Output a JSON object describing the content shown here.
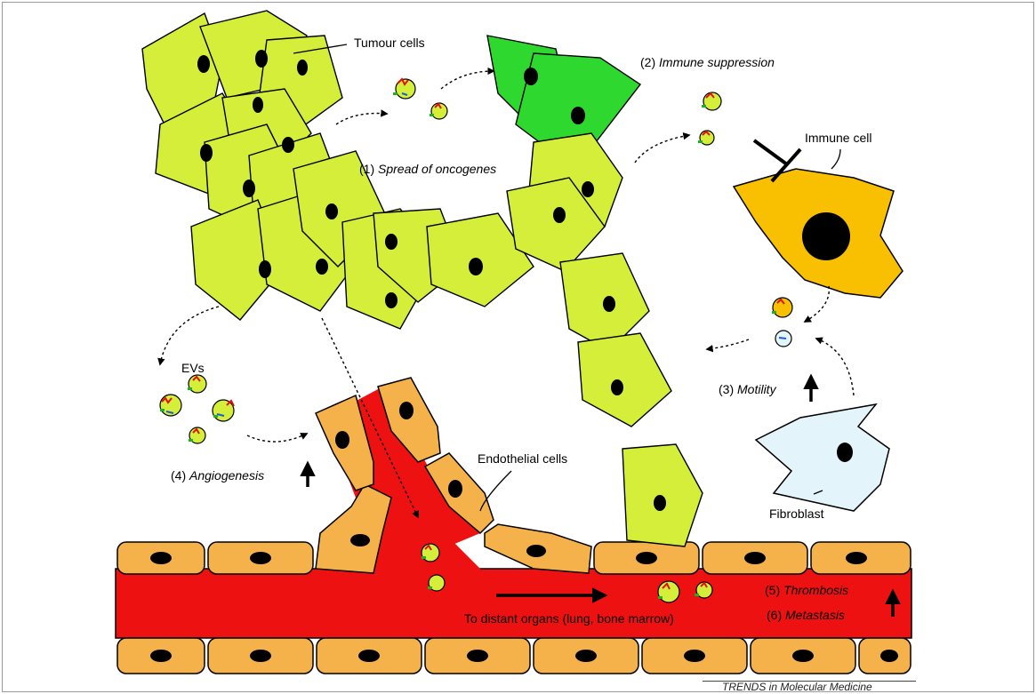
{
  "labels": {
    "tumour_cells": "Tumour cells",
    "immune_suppression": {
      "num": "(2)",
      "text": "Immune suppression"
    },
    "spread_of_oncogenes": {
      "num": "(1)",
      "text": "Spread of oncogenes"
    },
    "immune_cell": "Immune cell",
    "evs": "EVs",
    "motility": {
      "num": "(3)",
      "text": "Motility"
    },
    "angiogenesis": {
      "num": "(4)",
      "text": "Angiogenesis"
    },
    "endothelial_cells": "Endothelial cells",
    "fibroblast": "Fibroblast",
    "thrombosis": {
      "num": "(5)",
      "text": "Thrombosis"
    },
    "metastasis": {
      "num": "(6)",
      "text": "Metastasis"
    },
    "to_distant_organs": "To distant organs (lung, bone marrow)"
  },
  "credit": "TRENDS in Molecular Medicine",
  "colors": {
    "tumour_cell": "#d4ee3a",
    "tumour_cell_bright": "#2fd82f",
    "vessel": "#ee1111",
    "endothelial": "#f5b24a",
    "immune_cell": "#f8c000",
    "fibroblast": "#e4f4fb",
    "nucleus": "#000000"
  }
}
